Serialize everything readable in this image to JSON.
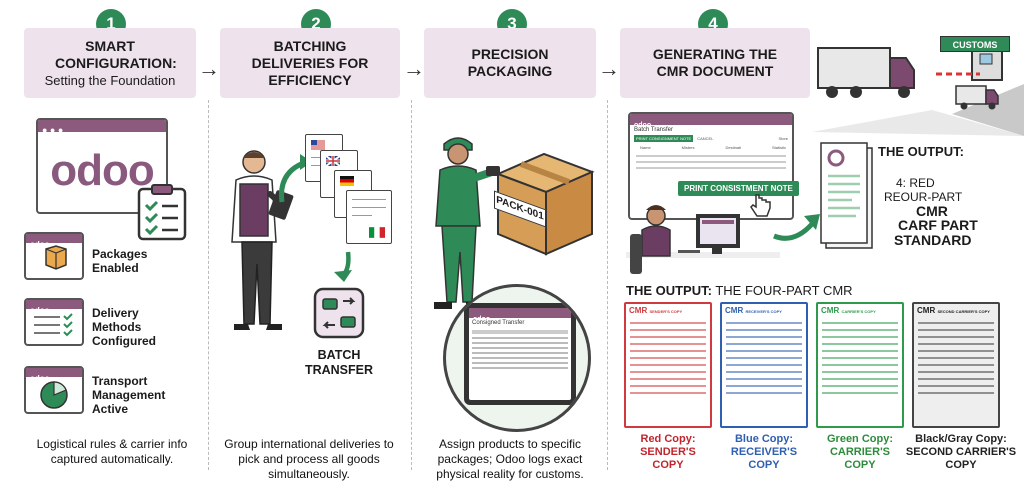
{
  "steps": [
    {
      "num": "1",
      "title": "SMART CONFIGURATION:",
      "subtitle": "Setting the Foundation",
      "caption": "Logistical rules & carrier info captured automatically."
    },
    {
      "num": "2",
      "title": "BATCHING DELIVERIES FOR EFFICIENCY",
      "caption": "Group international deliveries to pick and process all goods simultaneously."
    },
    {
      "num": "3",
      "title": "PRECISION PACKAGING",
      "caption": "Assign products to specific packages; Odoo logs exact physical reality for customs."
    },
    {
      "num": "4",
      "title": "GENERATING THE CMR DOCUMENT"
    }
  ],
  "step1": {
    "logo": "odoo",
    "features": [
      "Packages Enabled",
      "Delivery Methods Configured",
      "Transport Management Active"
    ],
    "feature_app_label": "odoo"
  },
  "step2": {
    "batch_label": "BATCH TRANSFER"
  },
  "step3": {
    "box_label": "PACK-001",
    "tablet_app": "odoo",
    "tablet_title": "Consigned Transfer"
  },
  "step4": {
    "customs_sign": "CUSTOMS",
    "screen_app": "odoo",
    "screen_title": "Batch Transfer",
    "screen_tab_active": "PRINT CONSIGNMENT NOTE",
    "screen_tab_other": "CANCEL",
    "screen_store": "Store",
    "screen_cols": [
      "Name",
      "Misters",
      "Destinati",
      "Statistic"
    ],
    "print_button": "PRINT CONSISTMENT NOTE",
    "output_heading": "THE OUTPUT:",
    "output_lines": [
      "4: RED",
      "REOUR-PART"
    ],
    "output_bold": [
      "CMR",
      "CARF PART",
      "STANDARD"
    ],
    "four_part_heading_bold": "THE OUTPUT:",
    "four_part_heading_rest": " THE FOUR-PART CMR",
    "copies": [
      {
        "cmr": "CMR",
        "header": "SENDER'S COPY",
        "line1": "Red Copy:",
        "line2": "SENDER'S COPY",
        "color": "#d0393e"
      },
      {
        "cmr": "CMR",
        "header": "RECEIVER'S COPY",
        "line1": "Blue Copy:",
        "line2": "RECEIVER'S COPY",
        "color": "#2f5fb0"
      },
      {
        "cmr": "CMR",
        "header": "CARRIER'S COPY",
        "line1": "Green Copy:",
        "line2": "CARRIER'S COPY",
        "color": "#2e9a4c"
      },
      {
        "cmr": "CMR",
        "header": "SECOND CARRIER'S COPY",
        "line1": "Black/Gray Copy:",
        "line2": "SECOND CARRIER'S COPY",
        "color": "#444444"
      }
    ]
  },
  "colors": {
    "accent_green": "#2e8b57",
    "odoo_purple": "#8b5a7d",
    "header_bg": "#eee3ec"
  }
}
